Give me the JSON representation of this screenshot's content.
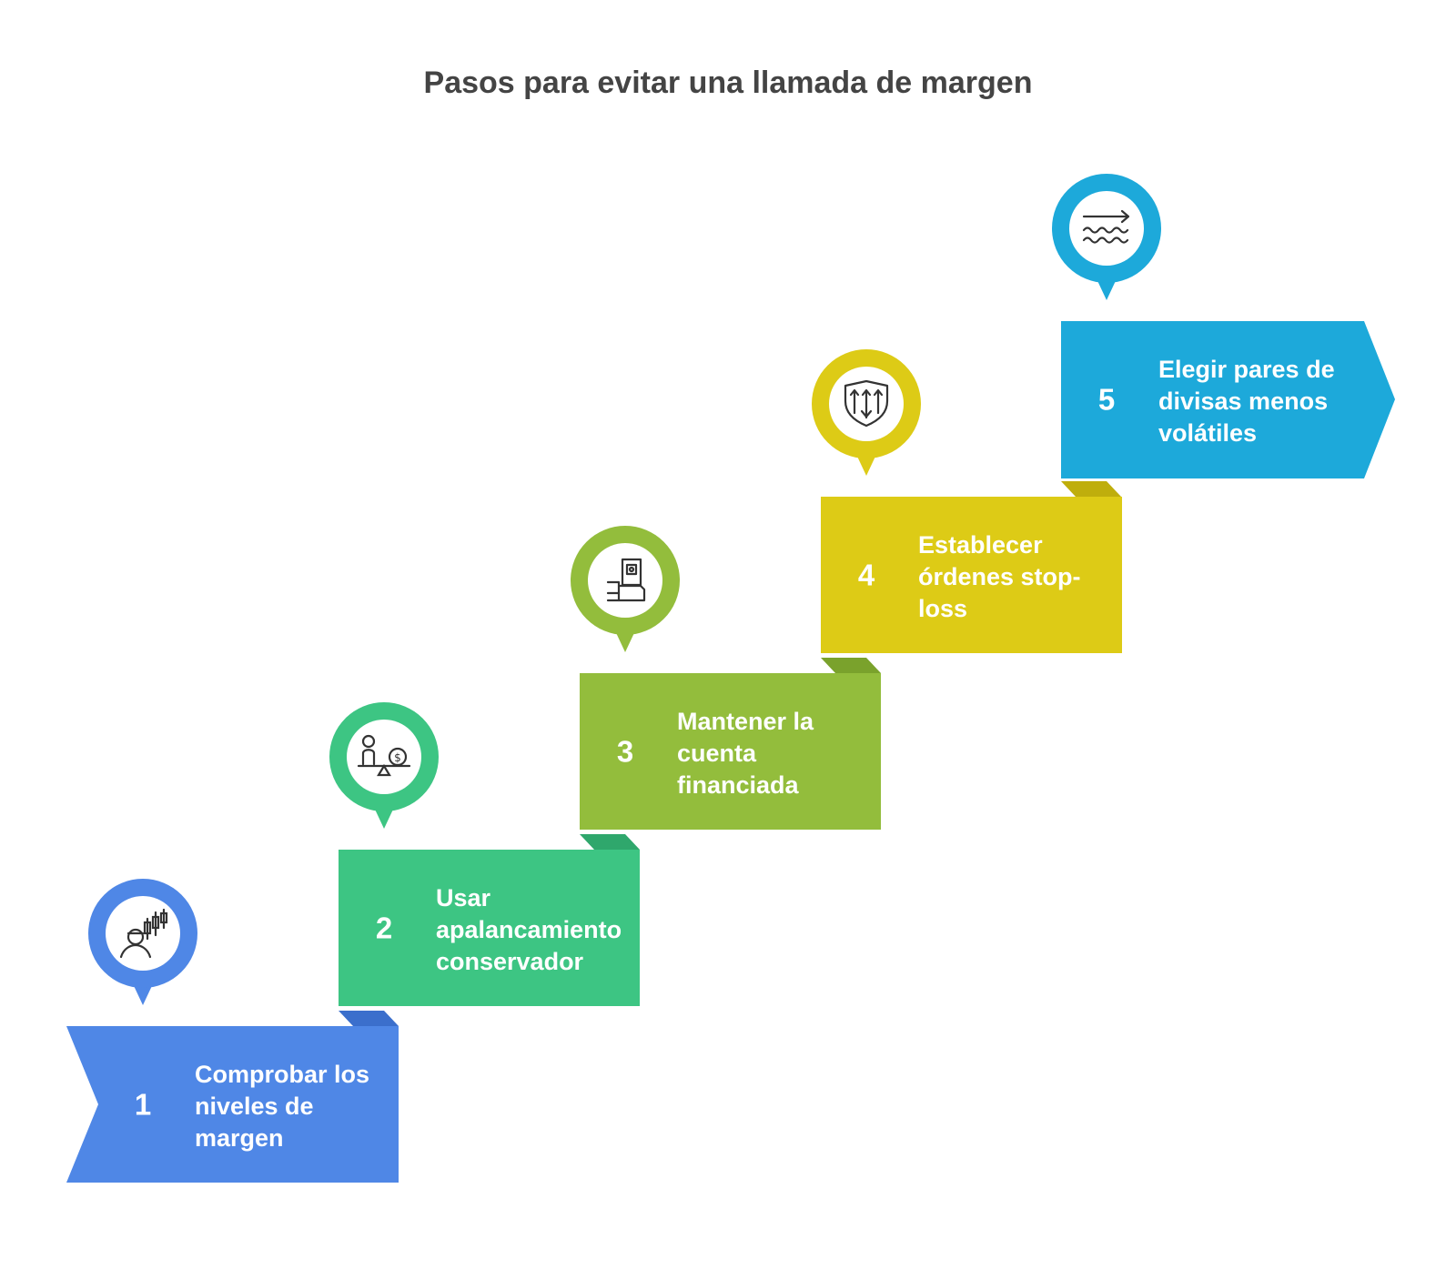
{
  "title": "Pasos para evitar una llamada de margen",
  "colors": {
    "step1": "#4F87E6",
    "step2": "#3DC583",
    "step3": "#93BD3C",
    "step4": "#DDCB16",
    "step5": "#1DA9DA",
    "connector_step1": "#3B6FCC",
    "connector_step2": "#2FA76C",
    "connector_step3": "#7AA22C",
    "connector_step4": "#BFAE0C"
  },
  "steps": [
    {
      "number": "1",
      "lines": [
        "Comprobar los",
        "niveles de",
        "margen"
      ],
      "icon": "trader-chart-icon"
    },
    {
      "number": "2",
      "lines": [
        "Usar",
        "apalancamiento",
        "conservador"
      ],
      "icon": "balance-scale-icon"
    },
    {
      "number": "3",
      "lines": [
        "Mantener la",
        "cuenta",
        "financiada"
      ],
      "icon": "hand-money-icon"
    },
    {
      "number": "4",
      "lines": [
        "Establecer",
        "órdenes stop-",
        "loss"
      ],
      "icon": "shield-arrows-icon"
    },
    {
      "number": "5",
      "lines": [
        "Elegir pares de",
        "divisas menos",
        "volátiles"
      ],
      "icon": "waves-arrow-icon"
    }
  ]
}
